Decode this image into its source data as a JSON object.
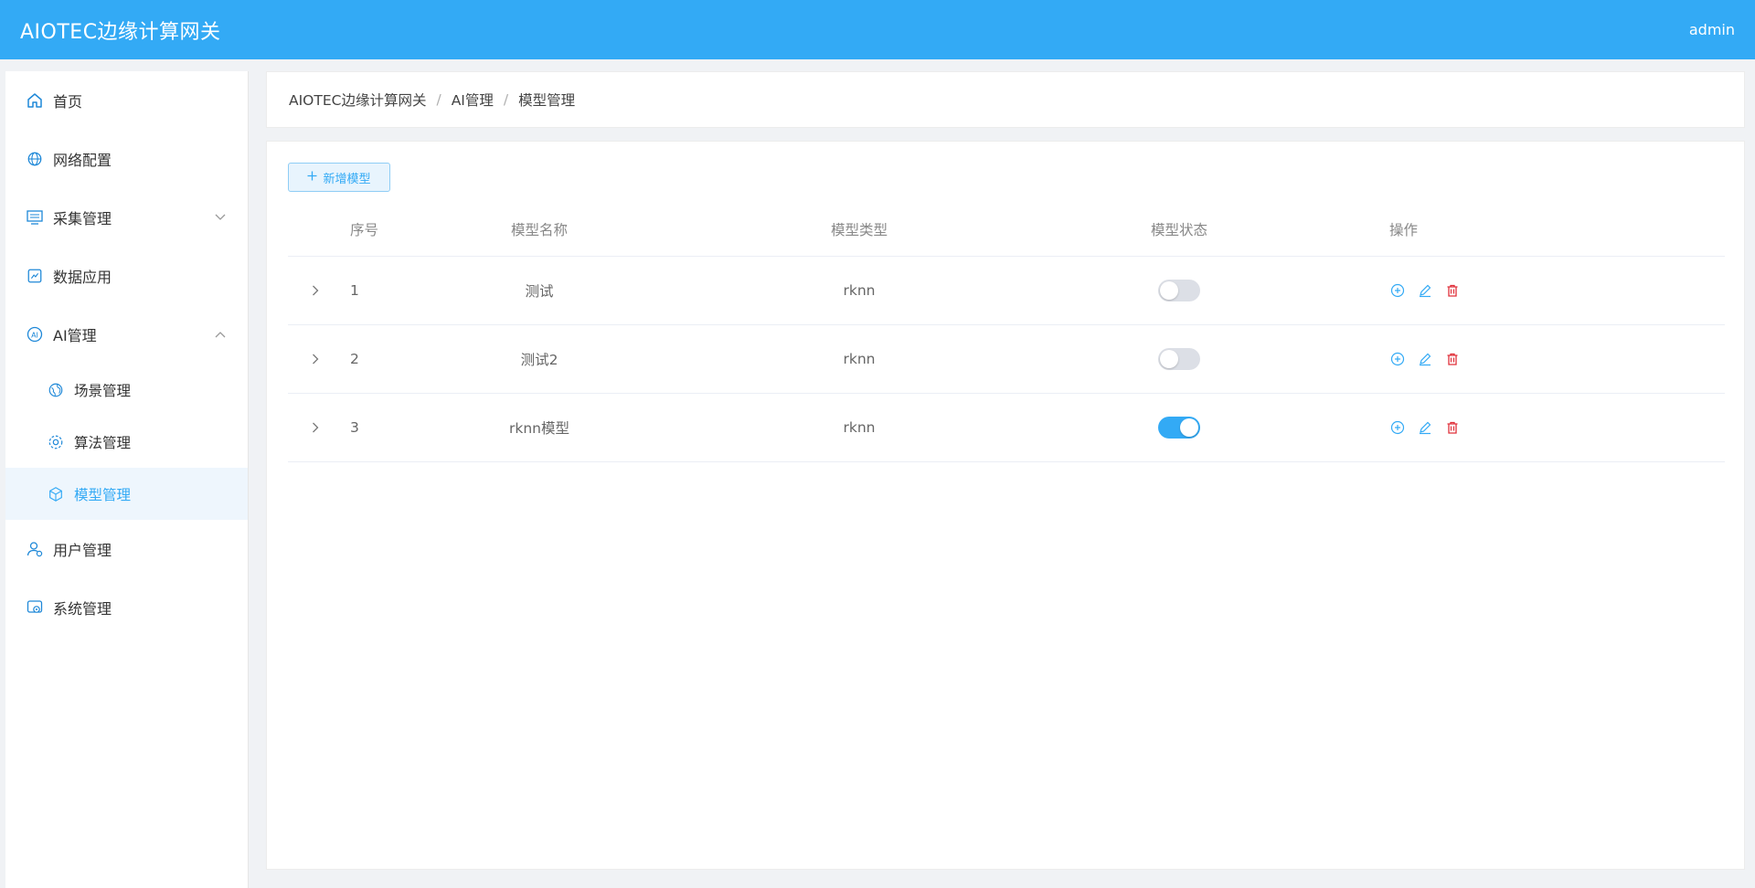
{
  "app": {
    "title": "AIOTEC边缘计算网关",
    "user": "admin"
  },
  "sidebar": {
    "items": [
      {
        "label": "首页",
        "icon": "home-icon"
      },
      {
        "label": "网络配置",
        "icon": "globe-icon"
      },
      {
        "label": "采集管理",
        "icon": "collect-icon",
        "expanded": false
      },
      {
        "label": "数据应用",
        "icon": "data-app-icon"
      },
      {
        "label": "AI管理",
        "icon": "ai-icon",
        "expanded": true
      },
      {
        "label": "用户管理",
        "icon": "user-icon"
      },
      {
        "label": "系统管理",
        "icon": "system-icon"
      }
    ],
    "ai_children": [
      {
        "label": "场景管理",
        "icon": "scene-icon"
      },
      {
        "label": "算法管理",
        "icon": "algorithm-icon"
      },
      {
        "label": "模型管理",
        "icon": "model-icon",
        "active": true
      }
    ]
  },
  "breadcrumb": [
    "AIOTEC边缘计算网关",
    "AI管理",
    "模型管理"
  ],
  "toolbar": {
    "add_label": "新增模型"
  },
  "table": {
    "headers": [
      "序号",
      "模型名称",
      "模型类型",
      "模型状态",
      "操作"
    ],
    "rows": [
      {
        "index": "1",
        "name": "测试",
        "type": "rknn",
        "status_on": false
      },
      {
        "index": "2",
        "name": "测试2",
        "type": "rknn",
        "status_on": false
      },
      {
        "index": "3",
        "name": "rknn模型",
        "type": "rknn",
        "status_on": true
      }
    ]
  },
  "colors": {
    "header": "#33aaf5",
    "accent": "#33aaf5",
    "danger": "#e0303a"
  }
}
